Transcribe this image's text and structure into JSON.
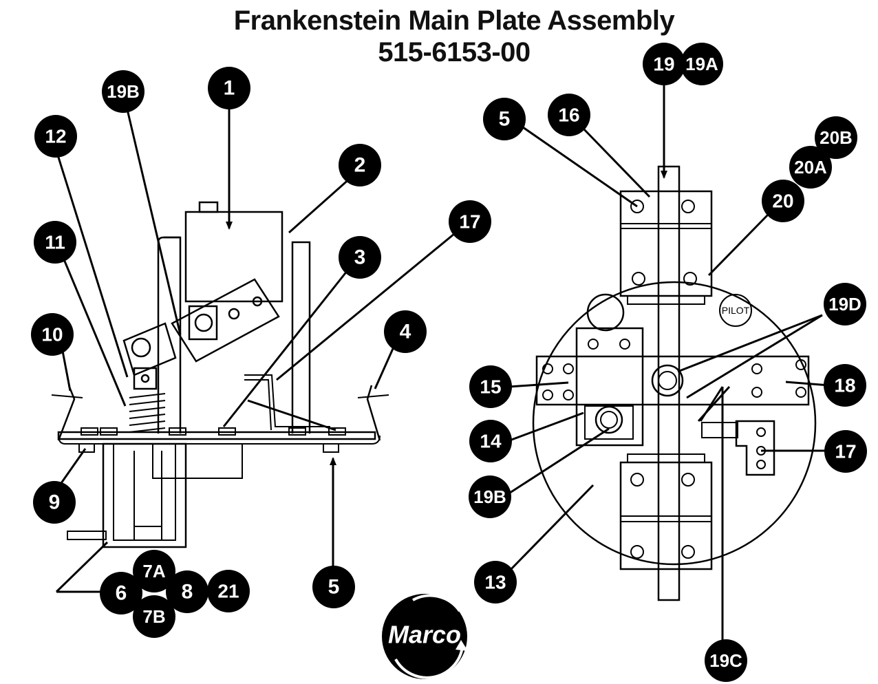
{
  "title": "Frankenstein Main Plate Assembly",
  "part_number": "515-6153-00",
  "pilot_label": "PILOT",
  "logo_text": "Marco",
  "callouts_left": [
    "1",
    "2",
    "3",
    "4",
    "5",
    "6",
    "7A",
    "7B",
    "8",
    "9",
    "10",
    "11",
    "12",
    "17",
    "19B",
    "21"
  ],
  "callouts_right": [
    "5",
    "13",
    "14",
    "15",
    "16",
    "17",
    "18",
    "19",
    "19A",
    "19B",
    "19C",
    "19D",
    "20",
    "20A",
    "20B"
  ],
  "colors": {
    "ink": "#000000",
    "bubble_text": "#ffffff",
    "background": "#ffffff"
  }
}
